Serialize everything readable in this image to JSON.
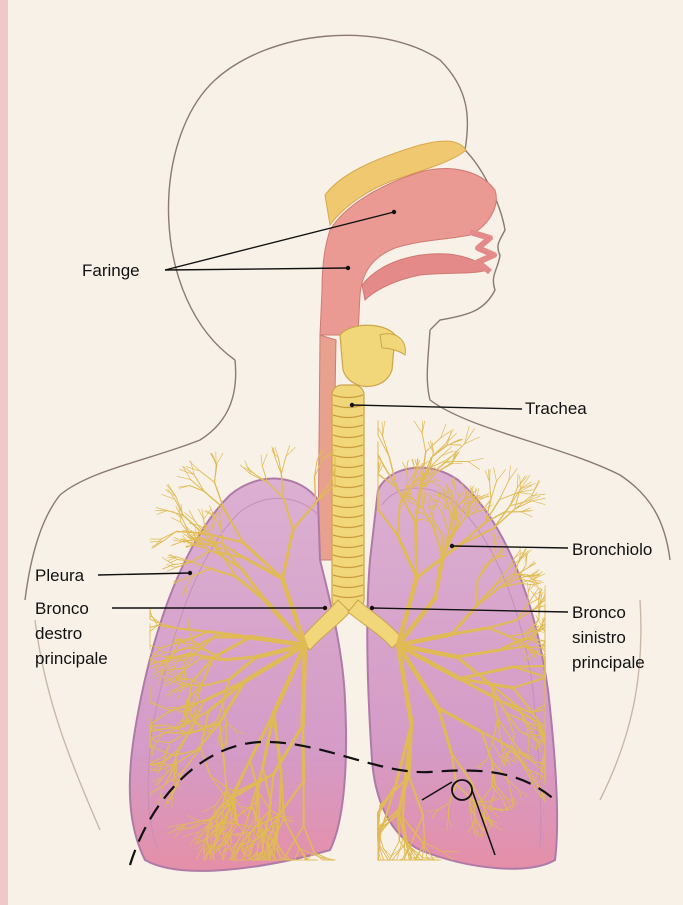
{
  "labels": {
    "faringe": "Faringe",
    "trachea": "Trachea",
    "bronchiolo": "Bronchiolo",
    "pleura": "Pleura",
    "bronco_destro": [
      "Bronco",
      "destro",
      "principale"
    ],
    "bronco_sinistro": [
      "Bronco",
      "sinistro",
      "principale"
    ]
  },
  "colors": {
    "paper": "#f8f1e8",
    "skin_outline": "#8a7a70",
    "pharynx": "#eb9a93",
    "nasal_bone": "#f0c870",
    "trachea": "#f2d67a",
    "lung_fill": "#d9a6cd",
    "lung_outline": "#b07aa8",
    "bronchial_tree": "#e6c35d",
    "leader_line": "#111111"
  },
  "icons": [
    "diaphragm-dashed-line",
    "heart-circle-marker"
  ]
}
